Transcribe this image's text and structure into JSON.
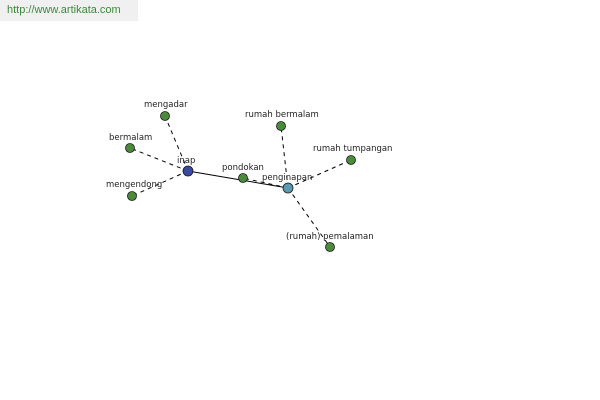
{
  "watermark": {
    "text": "http://www.artikata.com"
  },
  "colors": {
    "background": "#ffffff",
    "watermark_bg": "#f0f0f0",
    "watermark_text": "#3c8a3c",
    "synonym_node": "#4a8a3a",
    "hub_inap": "#3a4aa0",
    "hub_penginapan": "#5a9ab0",
    "edge": "#000000"
  },
  "graph": {
    "nodes": [
      {
        "id": "inap",
        "label": "inap",
        "kind": "hub"
      },
      {
        "id": "penginapan",
        "label": "penginapan",
        "kind": "hub"
      },
      {
        "id": "mengadar",
        "label": "mengadar",
        "kind": "synonym"
      },
      {
        "id": "bermalam",
        "label": "bermalam",
        "kind": "synonym"
      },
      {
        "id": "mengendong",
        "label": "mengendong",
        "kind": "synonym"
      },
      {
        "id": "pondokan",
        "label": "pondokan",
        "kind": "synonym"
      },
      {
        "id": "rumah-bermalam",
        "label": "rumah bermalam",
        "kind": "synonym"
      },
      {
        "id": "rumah-tumpangan",
        "label": "rumah tumpangan",
        "kind": "synonym"
      },
      {
        "id": "rumah-pemalaman",
        "label": "(rumah) pemalaman",
        "kind": "synonym"
      }
    ],
    "edges": [
      {
        "from": "inap",
        "to": "penginapan",
        "style": "solid"
      },
      {
        "from": "inap",
        "to": "mengadar",
        "style": "dashed"
      },
      {
        "from": "inap",
        "to": "bermalam",
        "style": "dashed"
      },
      {
        "from": "inap",
        "to": "mengendong",
        "style": "dashed"
      },
      {
        "from": "penginapan",
        "to": "pondokan",
        "style": "dashed"
      },
      {
        "from": "penginapan",
        "to": "rumah-bermalam",
        "style": "dashed"
      },
      {
        "from": "penginapan",
        "to": "rumah-tumpangan",
        "style": "dashed"
      },
      {
        "from": "penginapan",
        "to": "rumah-pemalaman",
        "style": "dashed"
      }
    ]
  }
}
